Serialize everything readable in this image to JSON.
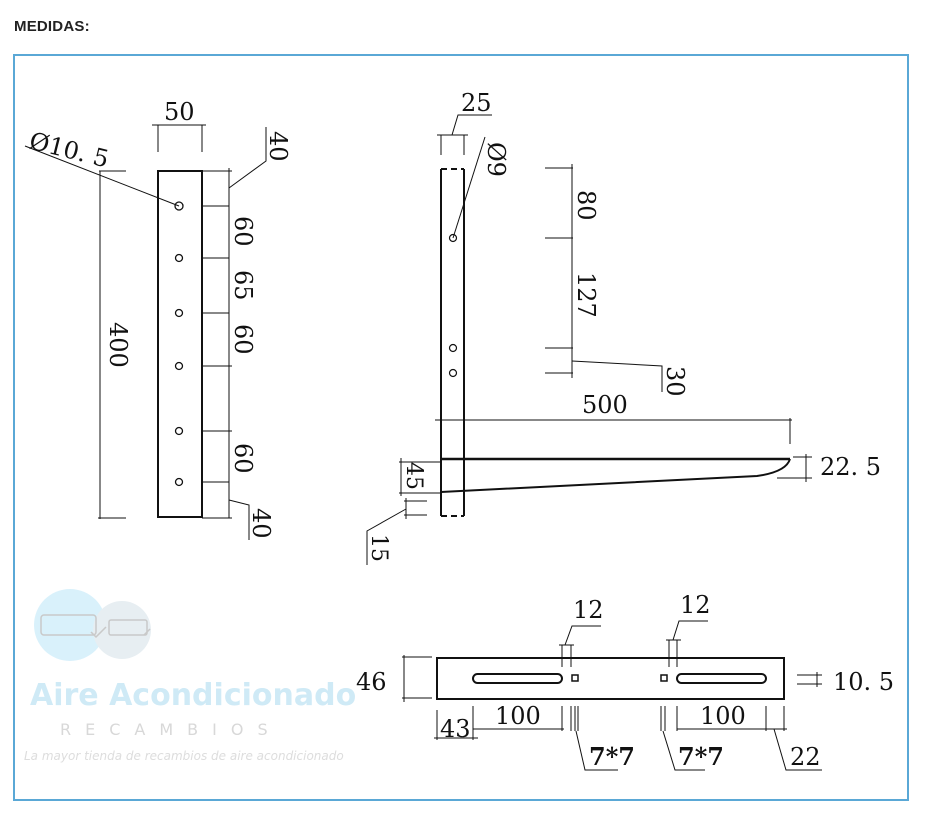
{
  "heading": "MEDIDAS:",
  "watermark": {
    "title": "Aire Acondicionado",
    "subtitle": "RECAMBIOS",
    "tagline": "La mayor tienda de recambios de aire acondicionado"
  },
  "front_view": {
    "width": "50",
    "hole_diameter": "Ø10. 5",
    "total_height": "400",
    "spacings": [
      "40",
      "60",
      "65",
      "60",
      "60",
      "40"
    ]
  },
  "side_view": {
    "thickness": "25",
    "hole_diameter": "Ø9",
    "vertical_dims": [
      "80",
      "127",
      "30"
    ],
    "arm_length": "500",
    "tip_height": "22. 5",
    "arm_base_height": "45",
    "bottom_offset": "15"
  },
  "top_view": {
    "height": "46",
    "slot_width": "10. 5",
    "left_offset": "43",
    "slot_length_left": "100",
    "slot_length_right": "100",
    "right_offset": "22",
    "gap_left": "12",
    "gap_right": "12",
    "square_hole_left": "7*7",
    "square_hole_right": "7*7"
  },
  "colors": {
    "frame_border": "#5aa8d6",
    "line": "#111111",
    "watermark_blue": "#cfeaf6"
  }
}
